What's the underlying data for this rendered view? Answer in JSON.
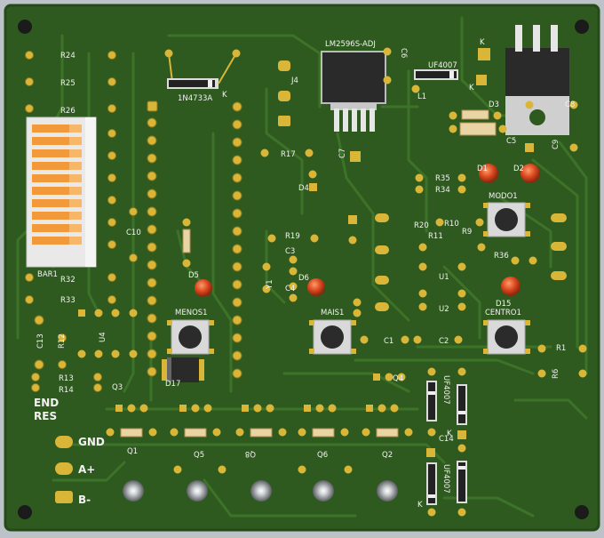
{
  "colors": {
    "background": "#bcc2c8",
    "board": "#2f5a1f",
    "board_edge": "#24491a",
    "trace": "#3d7229",
    "pad": "#d9b638",
    "pad_dark": "#8a7a20",
    "silk": "#f2f2f2",
    "led": "#d8451c",
    "hole": "#1b1b1b",
    "bar_body": "#e9e9e9",
    "bar_seg": "#f29a3a"
  },
  "labels": {
    "r24": "R24",
    "r25": "R25",
    "r26": "R26",
    "bar1": "BAR1",
    "r32": "R32",
    "r33": "R33",
    "c13": "C13",
    "r12": "R12",
    "u4": "U4",
    "r13": "R13",
    "r14": "R14",
    "q3": "Q3",
    "end": "END",
    "res": "RES",
    "gnd": "GND",
    "a_plus": "A+",
    "b_minus": "B-",
    "zener": "1N4733A",
    "k1": "K",
    "c10": "C10",
    "d5": "D5",
    "menos": "MENOS1",
    "d17": "D17",
    "lm": "LM2596S-ADJ",
    "c6": "C6",
    "j4": "J4",
    "uf1": "UF4007",
    "k2": "K",
    "l1": "L1",
    "d3": "D3",
    "c8": "C8",
    "c5": "C5",
    "c9": "C9",
    "r17": "R17",
    "c7": "C7",
    "d4": "D4",
    "r19": "R19",
    "c3": "C3",
    "y1": "Y1",
    "c4": "C4",
    "d6": "D6",
    "mais": "MAIS1",
    "r35": "R35",
    "r34": "R34",
    "r20": "R20",
    "r10": "R10",
    "r9": "R9",
    "r11": "R11",
    "modo": "MODO1",
    "r36": "R36",
    "u1": "U1",
    "u2": "U2",
    "d15": "D15",
    "centro": "CENTRO1",
    "c1": "C1",
    "c2": "C2",
    "r1": "R1",
    "r6": "R6",
    "q4": "Q4",
    "uf2": "UF4007",
    "c14": "C14",
    "uf3": "UF4007",
    "k3": "K",
    "k4": "K",
    "q1": "Q1",
    "q5": "Q5",
    "q8": "Q8",
    "q6": "Q6",
    "q2": "Q2",
    "d1": "D1",
    "d2": "D2",
    "k5": "K"
  }
}
